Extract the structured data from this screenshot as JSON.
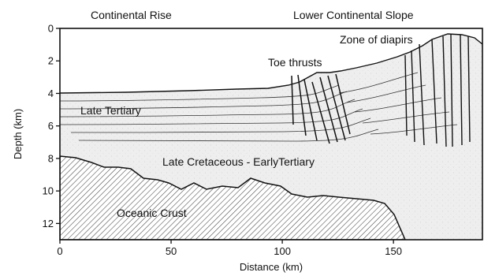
{
  "header_labels": {
    "continental_rise": "Continental Rise",
    "lower_continental_slope": "Lower Continental Slope"
  },
  "region_labels": {
    "zone_of_diapirs": "Zone of diapirs",
    "toe_thrusts": "Toe thrusts",
    "late_tertiary": "Late Tertiary",
    "late_cretaceous_early_tertiary": "Late Cretaceous - EarlyTertiary",
    "oceanic_crust": "Oceanic Crust"
  },
  "axes": {
    "x_title": "Distance (km)",
    "y_title": "Depth (km)",
    "x_ticks": [
      0,
      50,
      100,
      150
    ],
    "y_ticks": [
      0,
      2,
      4,
      6,
      8,
      10,
      12
    ],
    "x_range": [
      0,
      190
    ],
    "y_range": [
      0,
      13
    ]
  },
  "colors": {
    "ink": "#111111",
    "sediment": "#eeeeee",
    "crust_hatch": "#444444",
    "background": "#ffffff"
  }
}
